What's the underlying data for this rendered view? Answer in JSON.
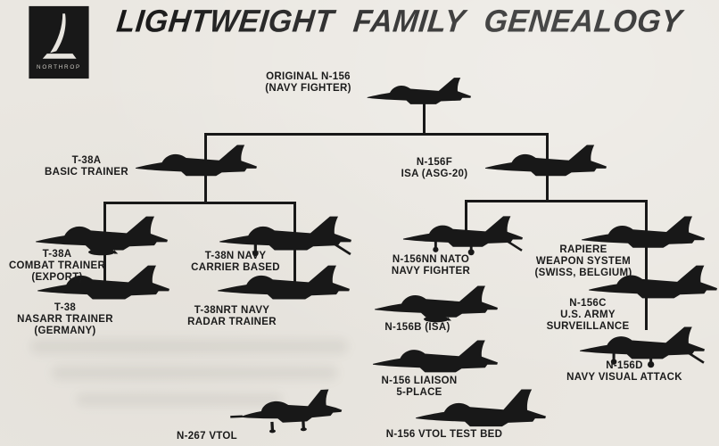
{
  "title": "LIGHTWEIGHT FAMILY GENEALOGY",
  "logo": {
    "brand": "NORTHROP"
  },
  "colors": {
    "background": "#eae7e1",
    "ink": "#181818"
  },
  "nodes": [
    {
      "id": "original-n156",
      "lines": [
        "ORIGINAL N-156",
        "(NAVY FIGHTER)"
      ]
    },
    {
      "id": "t38a",
      "lines": [
        "T-38A",
        "BASIC TRAINER"
      ]
    },
    {
      "id": "n156f",
      "lines": [
        "N-156F",
        "ISA (ASG-20)"
      ]
    },
    {
      "id": "t38a-combat",
      "lines": [
        "T-38A",
        "COMBAT TRAINER",
        "(EXPORT)"
      ]
    },
    {
      "id": "t38-nasarr",
      "lines": [
        "T-38",
        "NASARR TRAINER",
        "(GERMANY)"
      ]
    },
    {
      "id": "t38n",
      "lines": [
        "T-38N NAVY",
        "CARRIER BASED"
      ]
    },
    {
      "id": "t38nrt",
      "lines": [
        "T-38NRT NAVY",
        "RADAR TRAINER"
      ]
    },
    {
      "id": "n156nn",
      "lines": [
        "N-156NN NATO",
        "NAVY FIGHTER"
      ]
    },
    {
      "id": "n156b",
      "lines": [
        "N-156B (ISA)"
      ]
    },
    {
      "id": "n156-liaison",
      "lines": [
        "N-156 LIAISON",
        "5-PLACE"
      ]
    },
    {
      "id": "n156-vtol-test-bed",
      "lines": [
        "N-156 VTOL TEST BED"
      ]
    },
    {
      "id": "rapiere",
      "lines": [
        "RAPIERE",
        "WEAPON SYSTEM",
        "(SWISS, BELGIUM)"
      ]
    },
    {
      "id": "n156c",
      "lines": [
        "N-156C",
        "U.S. ARMY",
        "SURVEILLANCE"
      ]
    },
    {
      "id": "n156d",
      "lines": [
        "N-156D",
        "NAVY VISUAL ATTACK"
      ]
    },
    {
      "id": "n267-vtol",
      "lines": [
        "N-267 VTOL"
      ]
    }
  ],
  "structure": {
    "root": "original-n156",
    "level1": [
      "t38a",
      "n156f"
    ],
    "t38a_columns": [
      [
        "t38a-combat",
        "t38-nasarr"
      ],
      [
        "t38n",
        "t38nrt"
      ]
    ],
    "n156f_columns": [
      [
        "n156nn",
        "n156b",
        "n156-liaison",
        "n156-vtol-test-bed"
      ],
      [
        "rapiere",
        "n156c",
        "n156d"
      ]
    ],
    "unconnected": [
      "n267-vtol"
    ]
  }
}
